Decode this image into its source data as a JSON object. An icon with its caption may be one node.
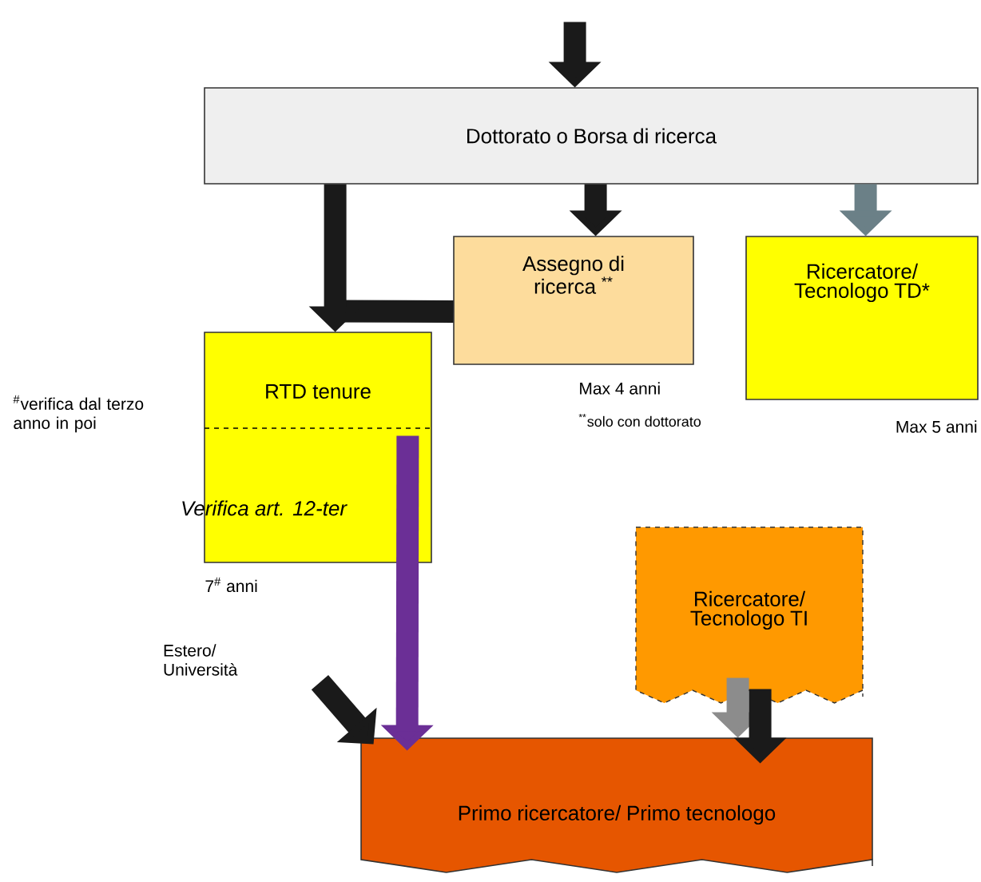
{
  "diagram": {
    "nodes": [
      {
        "text": [
          "Dottorato o Borsa di ricerca"
        ]
      },
      {
        "text": [
          "Assegno di ricerca $^{**}$"
        ],
        "beside": [
          "Max 4 anni",
          "$^{**}$solo con dottorato"
        ]
      },
      {
        "text": [
          "Ricercatore/ Tecnologo TD*"
        ],
        "beside": [
          "Max 5 anni"
        ]
      },
      {
        "text": [
          "RTD tenure",
          "Verifica art. 12-ter"
        ],
        "beside": [
          "$^{#}$verifica dal terzo anno in poi",
          "7$^{#}$ anni"
        ]
      },
      {
        "text": [
          "Ricercatore/ Tecnologo TI"
        ]
      },
      {
        "text": [
          "Estero/ Università"
        ]
      },
      {
        "text": [
          "Primo ricercatore/ Primo tecnologo"
        ]
      }
    ],
    "edges": [
      {
        "from": null,
        "to": 0,
        "arrow": "to"
      },
      {
        "from": 0,
        "to": 1,
        "arrow": "to"
      },
      {
        "from": 0,
        "to": 2,
        "arrow": "to",
        "color": "#6b8087"
      },
      {
        "from": 0,
        "to": 3,
        "arrow": "to"
      },
      {
        "from": 1,
        "to": 3,
        "arrow": "to"
      },
      {
        "from": 3,
        "to": 6,
        "arrow": "to",
        "color": "#6b2f96"
      },
      {
        "from": 4,
        "to": 6,
        "arrow": "to",
        "color": "#8c8c8c"
      },
      {
        "from": 4,
        "to": 6,
        "arrow": "to"
      },
      {
        "from": 5,
        "to": 6,
        "arrow": "to"
      }
    ]
  }
}
